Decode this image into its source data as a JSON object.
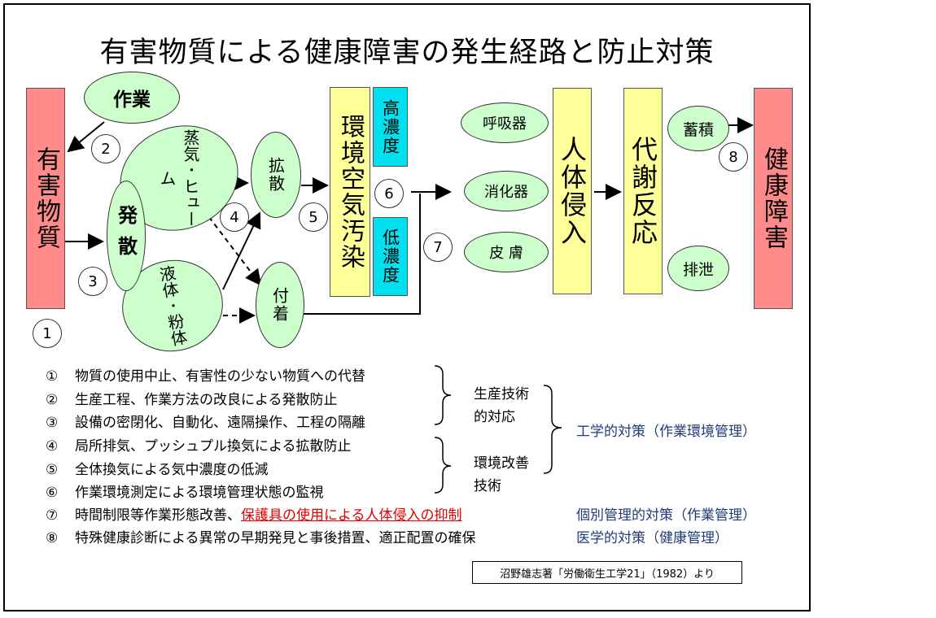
{
  "title": "有害物質による健康障害の発生経路と防止対策",
  "boxes": {
    "hazard": "有害物質",
    "env_pollution": "環境空気汚染",
    "high_conc": "高濃度",
    "low_conc": "低濃度",
    "body_invasion": "人体侵入",
    "metabolism": "代謝反応",
    "health_damage": "健康障害"
  },
  "ellipses": {
    "work": "作業",
    "vapor_fume": "蒸気･ヒューム",
    "generation": "発散",
    "liquid_powder": "液体･粉体",
    "diffusion": "拡散",
    "adhesion": "付着",
    "respiratory": "呼吸器",
    "digestive": "消化器",
    "skin": "皮 膚",
    "accumulation": "蓄積",
    "excretion": "排泄"
  },
  "markers": [
    "1",
    "2",
    "3",
    "4",
    "5",
    "6",
    "7",
    "8"
  ],
  "measures": [
    {
      "no": "①",
      "text": "物質の使用中止、有害性の少ない物質への代替"
    },
    {
      "no": "②",
      "text": "生産工程、作業方法の改良による発散防止"
    },
    {
      "no": "③",
      "text": "設備の密閉化、自動化、遠隔操作、工程の隔離"
    },
    {
      "no": "④",
      "text": "局所排気、プッシュプル換気による拡散防止"
    },
    {
      "no": "⑤",
      "text": "全体換気による気中濃度の低減"
    },
    {
      "no": "⑥",
      "text": "作業環境測定による環境管理状態の監視"
    },
    {
      "no": "⑦",
      "text": "時間制限等作業形態改善、",
      "highlight": "保護具の使用による人体侵入の抑制"
    },
    {
      "no": "⑧",
      "text": "特殊健康診断による異常の早期発見と事後措置、適正配置の確保"
    }
  ],
  "groups": {
    "production": [
      "生産技術",
      "的対応"
    ],
    "environment": [
      "環境改善",
      "技術"
    ],
    "engineering": "工学的対策（作業環境管理）",
    "individual": "個別管理的対策（作業管理）",
    "medical": "医学的対策（健康管理）"
  },
  "source": "沼野雄志著「労働衛生工学21」（1982）より",
  "colors": {
    "pink": "#ff8a8a",
    "yellow": "#ffff99",
    "cyan": "#00e0ee",
    "green": "#ccffcc",
    "red": "#e00000",
    "blue": "#1f3b7a"
  }
}
